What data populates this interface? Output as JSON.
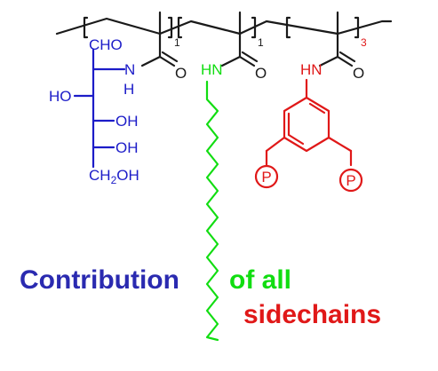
{
  "colors": {
    "backbone": "#1a1a1a",
    "sugar": "#1c1cc8",
    "alkyl": "#11dd11",
    "aryl": "#e01818",
    "caption_blue": "#2a2ab0"
  },
  "backbone": {
    "repeat_counts": [
      "1",
      "1",
      "3"
    ]
  },
  "sugar_chain": {
    "cho": "CHO",
    "nh": "N",
    "h": "H",
    "ho": "HO",
    "oh1": "OH",
    "oh2": "OH",
    "ch2_left": "CH",
    "ch2_sub": "2",
    "ch2_right": "OH",
    "carbonyl_o": "O"
  },
  "alkyl_chain": {
    "hn": "HN",
    "carbonyl_o": "O"
  },
  "aryl_chain": {
    "hn": "HN",
    "carbonyl_o": "O",
    "p_left": "P",
    "p_right": "P"
  },
  "caption": {
    "part1": "Contribution",
    "part2": "of all",
    "part3": "sidechains"
  }
}
